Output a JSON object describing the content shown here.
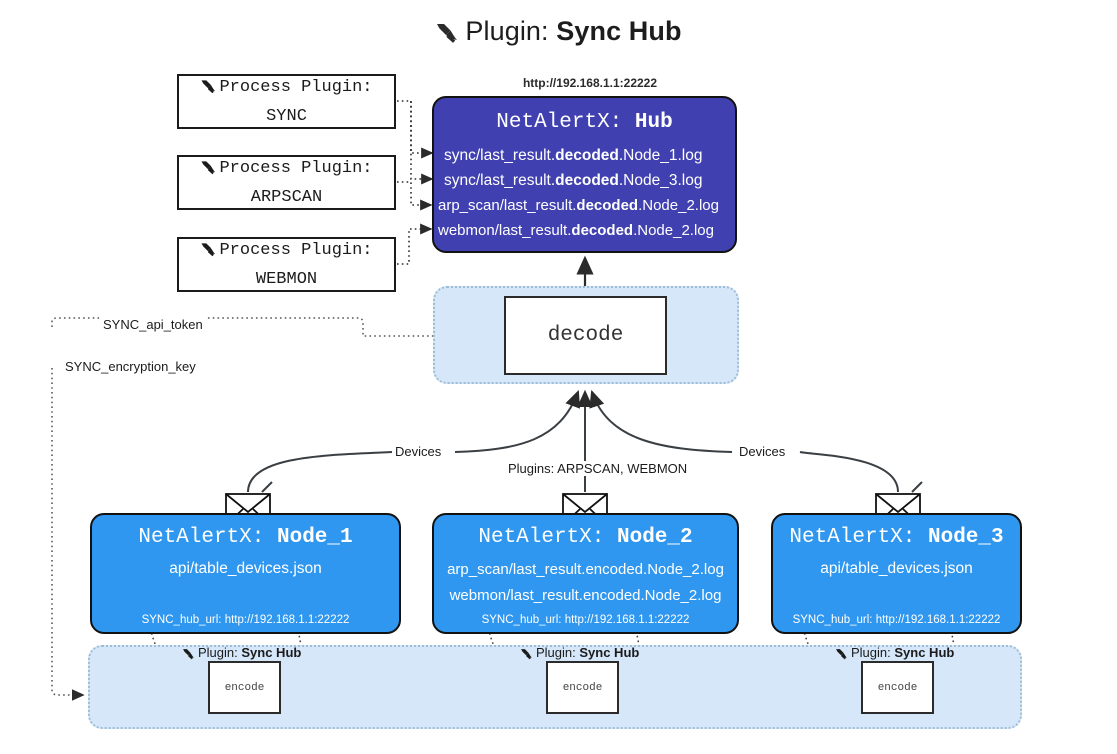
{
  "title": {
    "icon": "plug-icon",
    "prefix": "Plugin:",
    "name": "Sync Hub"
  },
  "process_plugins": [
    {
      "icon": "plug-icon",
      "line1": "Process Plugin:",
      "line2": "SYNC"
    },
    {
      "icon": "plug-icon",
      "line1": "Process Plugin:",
      "line2": "ARPSCAN"
    },
    {
      "icon": "plug-icon",
      "line1": "Process Plugin:",
      "line2": "WEBMON"
    }
  ],
  "hub": {
    "url": "http://192.168.1.1:22222",
    "title_prefix": "NetAlertX:",
    "title_name": "Hub",
    "logs": [
      {
        "pre": "sync/last_result.",
        "mid": "decoded",
        "post": ".Node_1.log"
      },
      {
        "pre": "sync/last_result.",
        "mid": "decoded",
        "post": ".Node_3.log"
      },
      {
        "pre": "arp_scan/last_result.",
        "mid": "decoded",
        "post": ".Node_2.log"
      },
      {
        "pre": "webmon/last_result.",
        "mid": "decoded",
        "post": ".Node_2.log"
      }
    ]
  },
  "decode": {
    "label": "decode"
  },
  "settings": {
    "api_token": "SYNC_api_token",
    "encryption_key": "SYNC_encryption_key"
  },
  "edge_labels": {
    "devices_left": "Devices",
    "devices_right": "Devices",
    "plugins_center": "Plugins: ARPSCAN, WEBMON"
  },
  "nodes": [
    {
      "icon": "envelope-icon",
      "title_prefix": "NetAlertX:",
      "title_name": "Node_1",
      "lines": [
        "api/table_devices.json"
      ],
      "footer": "SYNC_hub_url: http://192.168.1.1:22222"
    },
    {
      "icon": "envelope-icon",
      "title_prefix": "NetAlertX:",
      "title_name": "Node_2",
      "lines": [
        "arp_scan/last_result.encoded.Node_2.log",
        "webmon/last_result.encoded.Node_2.log"
      ],
      "footer": "SYNC_hub_url: http://192.168.1.1:22222"
    },
    {
      "icon": "envelope-icon",
      "title_prefix": "NetAlertX:",
      "title_name": "Node_3",
      "lines": [
        "api/table_devices.json"
      ],
      "footer": "SYNC_hub_url: http://192.168.1.1:22222"
    }
  ],
  "encoders": [
    {
      "tag_icon": "plug-icon",
      "tag_prefix": "Plugin:",
      "tag_name": "Sync Hub",
      "label": "encode"
    },
    {
      "tag_icon": "plug-icon",
      "tag_prefix": "Plugin:",
      "tag_name": "Sync Hub",
      "label": "encode"
    },
    {
      "tag_icon": "plug-icon",
      "tag_prefix": "Plugin:",
      "tag_name": "Sync Hub",
      "label": "encode"
    }
  ],
  "colors": {
    "hub": "#4040b0",
    "node": "#2f97ef",
    "band": "#d5e7f9",
    "stroke": "#121212",
    "background": "#ffffff"
  }
}
